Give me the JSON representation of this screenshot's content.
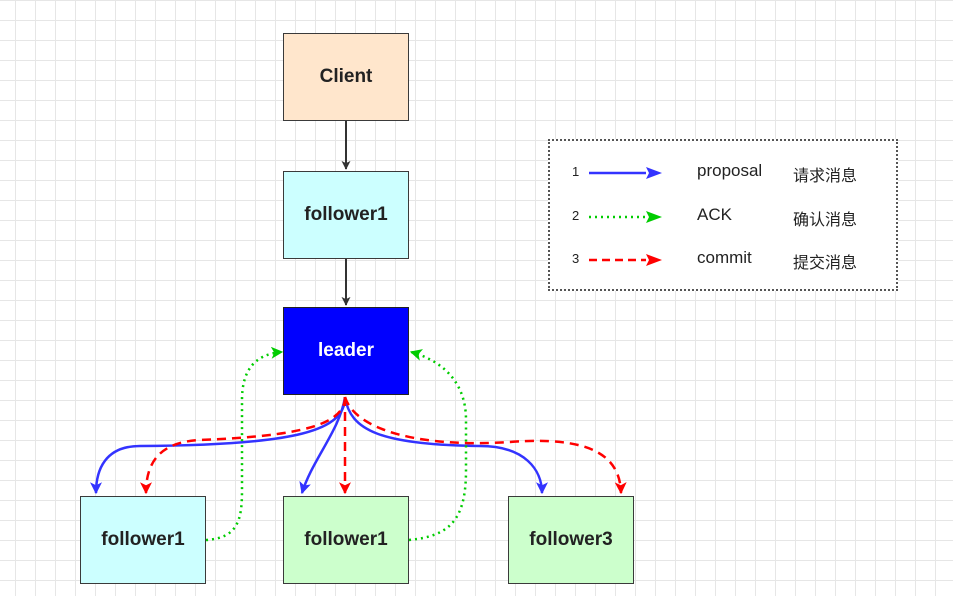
{
  "nodes": {
    "client": "Client",
    "follower_top": "follower1",
    "leader": "leader",
    "follower_left": "follower1",
    "follower_mid": "follower1",
    "follower_right": "follower3"
  },
  "legend": {
    "items": [
      {
        "num": "1",
        "name": "proposal",
        "meaning": "请求消息",
        "color": "#3333ff",
        "style": "solid"
      },
      {
        "num": "2",
        "name": "ACK",
        "meaning": "确认消息",
        "color": "#00cc00",
        "style": "dotted"
      },
      {
        "num": "3",
        "name": "commit",
        "meaning": "提交消息",
        "color": "#ff0000",
        "style": "dashed"
      }
    ]
  },
  "colors": {
    "client_fill": "#ffe6cc",
    "follower_cyan_fill": "#ccffff",
    "follower_green_fill": "#ccffcc",
    "leader_fill": "#0000ff",
    "proposal": "#3333ff",
    "ack": "#00cc00",
    "commit": "#ff0000",
    "connector": "#333333"
  }
}
